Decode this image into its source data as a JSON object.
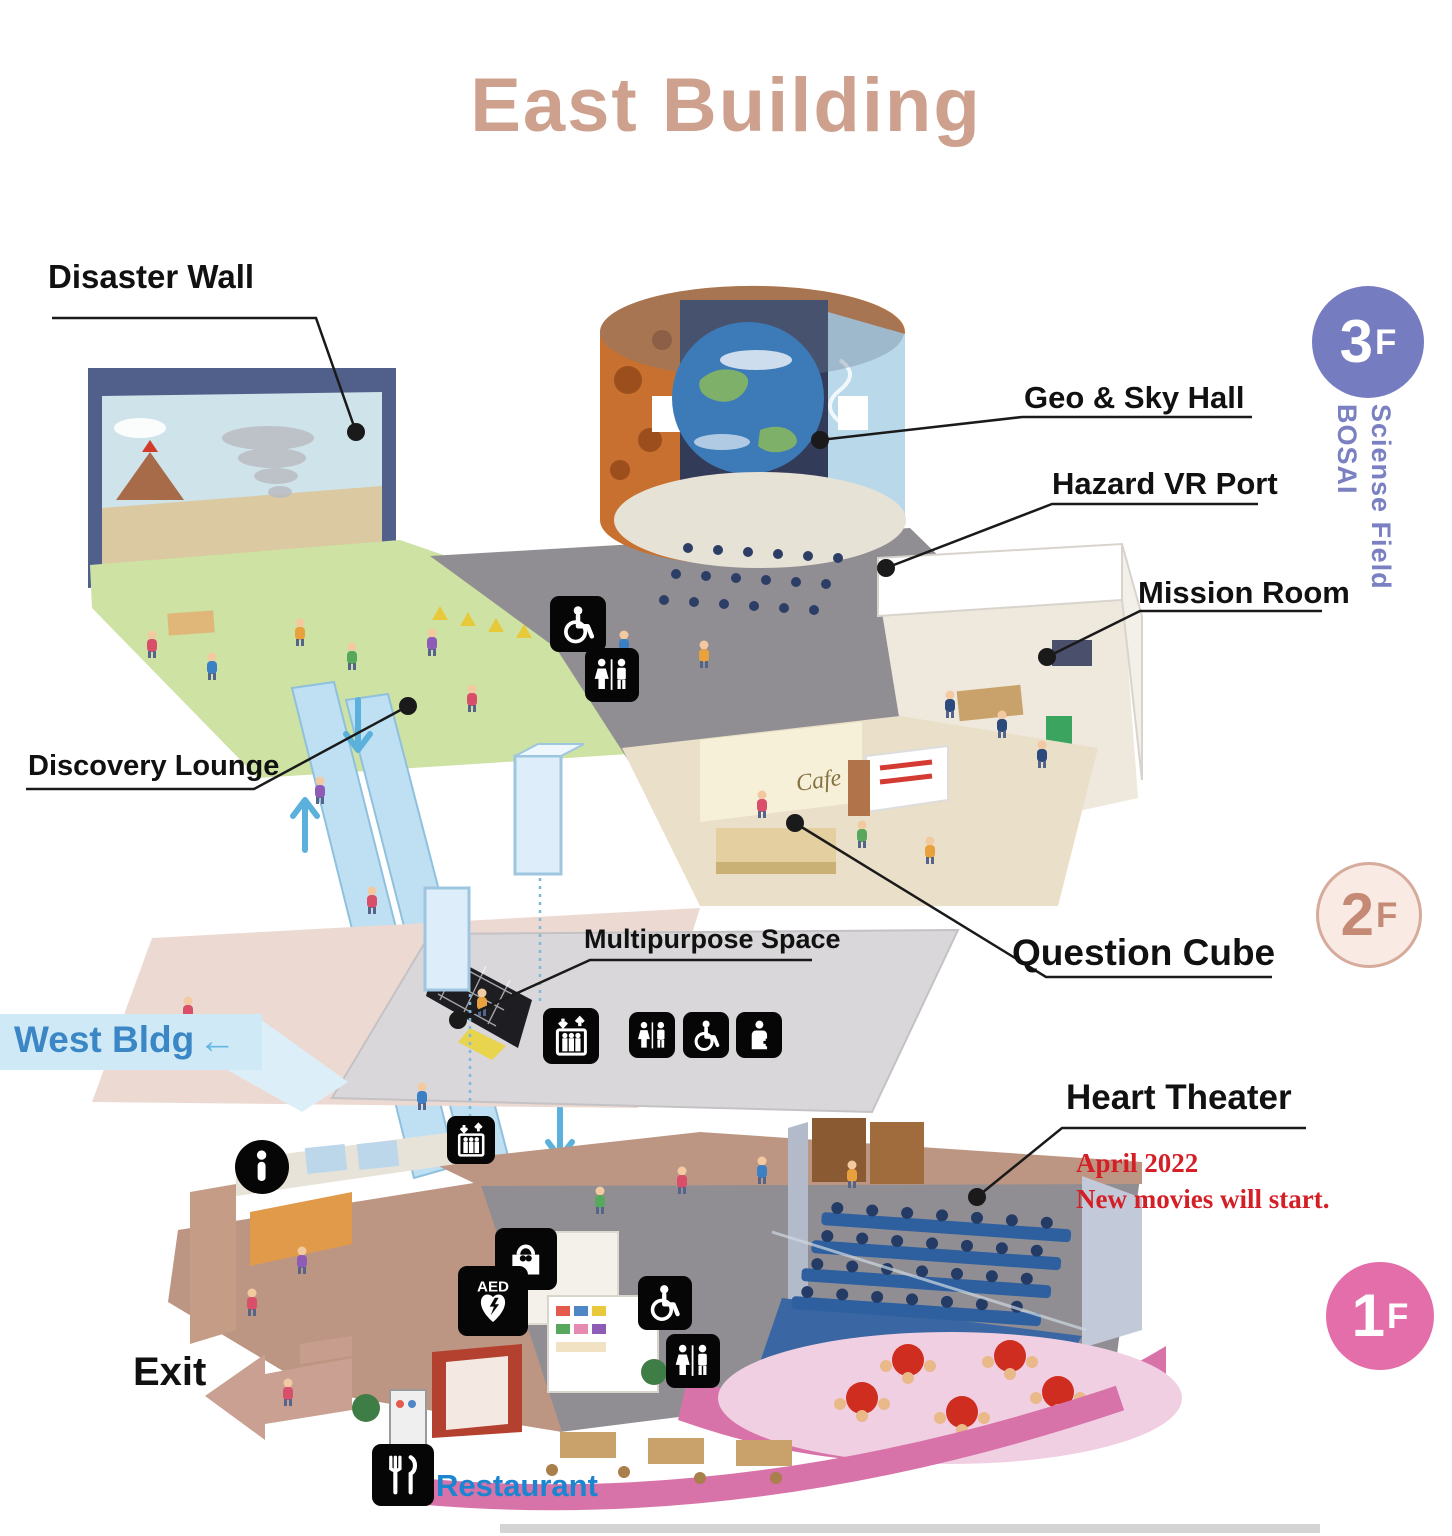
{
  "title": "East Building",
  "floor_badges": {
    "f3": {
      "number": "3",
      "suffix": "F",
      "side_label_line1": "BOSAI",
      "side_label_line2": "Sciense Field"
    },
    "f2": {
      "number": "2",
      "suffix": "F"
    },
    "f1": {
      "number": "1",
      "suffix": "F"
    }
  },
  "areas": {
    "disaster_wall": "Disaster Wall",
    "geo_sky_hall": "Geo & Sky Hall",
    "hazard_vr_port": "Hazard VR Port",
    "mission_room": "Mission Room",
    "discovery_lounge": "Discovery Lounge",
    "question_cube": "Question Cube",
    "multipurpose_space": "Multipurpose Space",
    "heart_theater": "Heart Theater",
    "west_bldg": "West Bldg",
    "west_bldg_arrow": "←",
    "exit": "Exit",
    "restaurant": "Restaurant",
    "cafe": "Cafe"
  },
  "notes": {
    "heart_theater_line1": "April 2022",
    "heart_theater_line2": "New movies will start."
  },
  "icons": {
    "aed_label": "AED",
    "names": [
      "wheelchair-icon",
      "restroom-icon",
      "elevator-icon",
      "nursing-room-icon",
      "info-icon",
      "shop-icon",
      "aed-icon",
      "restaurant-icon"
    ]
  },
  "colors": {
    "title_tan": "#cda18d",
    "floor3_accent": "#767cc0",
    "floor2_accent": "#c48a76",
    "floor1_accent": "#e46ea9",
    "note_red": "#d41f26",
    "west_bldg_blue": "#3b87c6",
    "west_bldg_band": "#cfe9f7",
    "restaurant_blue": "#1b86cf",
    "leader_line": "#1a1a1a",
    "escalator_blue": "#bfe0f2"
  }
}
